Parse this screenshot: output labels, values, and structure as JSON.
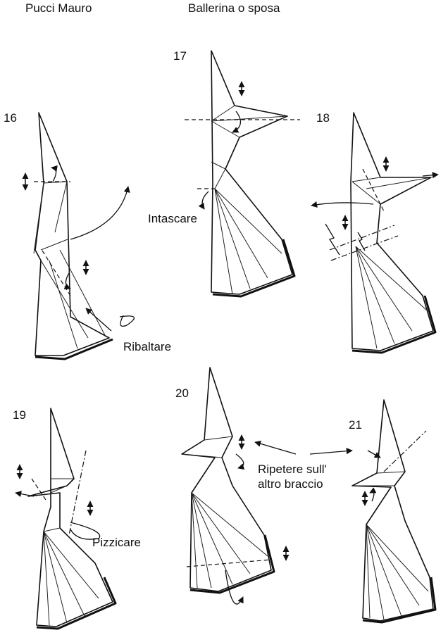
{
  "header": {
    "author": "Pucci Mauro",
    "title": "Ballerina o sposa"
  },
  "steps": {
    "s16": "16",
    "s17": "17",
    "s18": "18",
    "s19": "19",
    "s20": "20",
    "s21": "21"
  },
  "labels": {
    "intascare": "Intascare",
    "ribaltare": "Ribaltare",
    "pizzicare": "Pizzicare",
    "ripetere_line1": "Ripetere sull'",
    "ripetere_line2": "altro braccio"
  }
}
